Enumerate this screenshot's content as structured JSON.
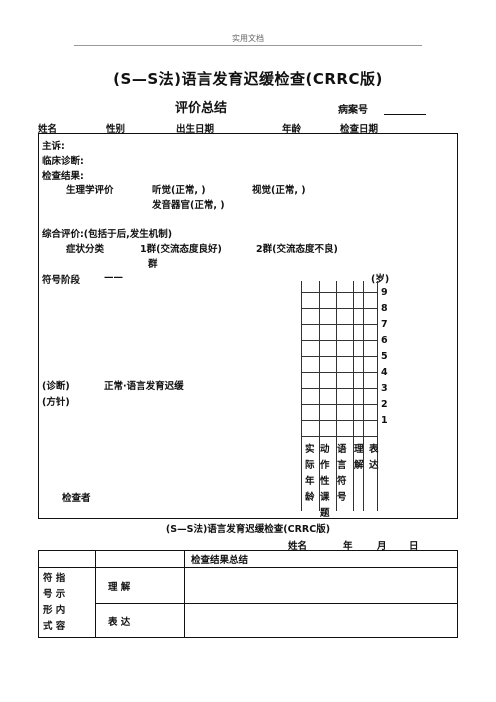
{
  "header": {
    "text": "实用文档"
  },
  "title": "(S—S法)语言发育迟缓检查(CRRC版)",
  "subtitle": "评价总结",
  "case_number_label": "病案号",
  "info_fields": [
    "姓名",
    "性别",
    "出生日期",
    "年龄",
    "检查日期"
  ],
  "main": {
    "complaint": "主诉:",
    "diagnosis": "临床诊断:",
    "results": "检查结果:",
    "physio_label": "生理学评价",
    "hearing": "听觉(正常,    )",
    "vision": "视觉(正常,    )",
    "vocal": "发音器官(正常,    )",
    "overall": "综合评价:(包括于后,发生机制)",
    "symptom_label": "症状分类",
    "group1": "1群(交流态度良好)",
    "group2": "2群(交流态度不良)",
    "group_suffix": "群",
    "stage": "符号阶段",
    "stage_dash": "——",
    "age_label": "(岁)",
    "ages": [
      "9",
      "8",
      "7",
      "6",
      "5",
      "4",
      "3",
      "2",
      "1"
    ],
    "diag": "(诊断)",
    "diag_value": "正常·语言发育迟缓",
    "policy": "(方针)",
    "col_headers": [
      [
        "实",
        "际",
        "年",
        "龄"
      ],
      [
        "动",
        "作",
        "性",
        "课",
        "题"
      ],
      [
        "语",
        "言",
        "符",
        "号"
      ],
      [
        "理",
        "解"
      ],
      [
        "表",
        "达"
      ]
    ],
    "examiner": "检查者"
  },
  "section2": {
    "title": "(S—S法)语言发育迟缓检查(CRRC版)",
    "name_label": "姓名",
    "year": "年",
    "month": "月",
    "day": "日",
    "table_header": "检查结果总结",
    "row_group": "符指号示形内式容",
    "row_group_lines": [
      "符 指",
      "号 示",
      "形 内",
      "式 容"
    ],
    "rows": [
      "理 解",
      "表 达"
    ]
  }
}
